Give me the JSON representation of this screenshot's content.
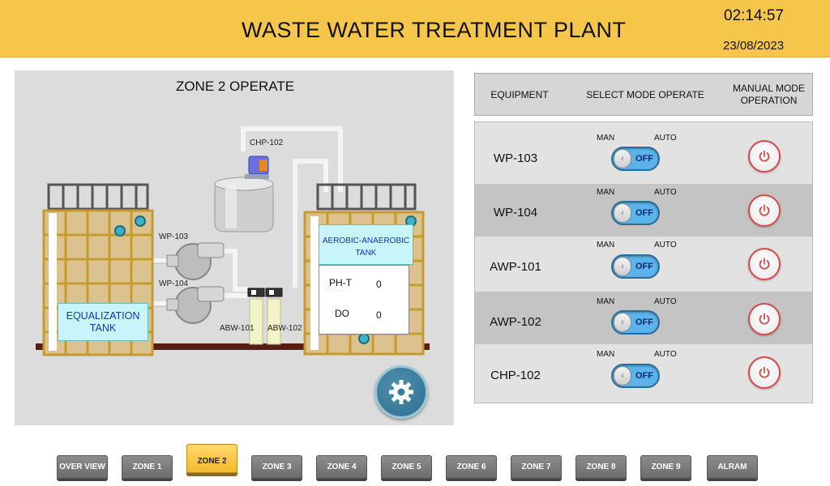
{
  "header": {
    "title": "WASTE WATER TREATMENT PLANT",
    "time": "02:14:57",
    "date": "23/08/2023"
  },
  "zone": {
    "title": "ZONE 2 OPERATE",
    "labels": {
      "chp": "CHP-102",
      "wp103": "WP-103",
      "wp104": "WP-104",
      "abw101": "ABW-101",
      "abw102": "ABW-102"
    },
    "equalization_tank": "EQUALIZATION TANK",
    "aerobic_tank": "AEROBIC-ANAEROBIC TANK",
    "readouts": {
      "ph_label": "PH-T",
      "ph_value": "0",
      "do_label": "DO",
      "do_value": "0"
    }
  },
  "equipment_table": {
    "headers": {
      "equipment": "EQUIPMENT",
      "select_mode": "SELECT MODE OPERATE",
      "manual_mode": "MANUAL MODE OPERATION"
    },
    "man_label": "MAN",
    "auto_label": "AUTO",
    "rows": [
      {
        "name": "WP-103",
        "state": "OFF"
      },
      {
        "name": "WP-104",
        "state": "OFF"
      },
      {
        "name": "AWP-101",
        "state": "OFF"
      },
      {
        "name": "AWP-102",
        "state": "OFF"
      },
      {
        "name": "CHP-102",
        "state": "OFF"
      }
    ]
  },
  "nav": [
    "OVER VIEW",
    "ZONE 1",
    "ZONE 2",
    "ZONE 3",
    "ZONE 4",
    "ZONE 5",
    "ZONE 6",
    "ZONE 7",
    "ZONE 8",
    "ZONE 9",
    "ALRAM"
  ],
  "colors": {
    "header": "#f6c64b",
    "toggle": "#5ab3ea",
    "power": "#d94a4a",
    "active_nav": "#f3b92f"
  }
}
